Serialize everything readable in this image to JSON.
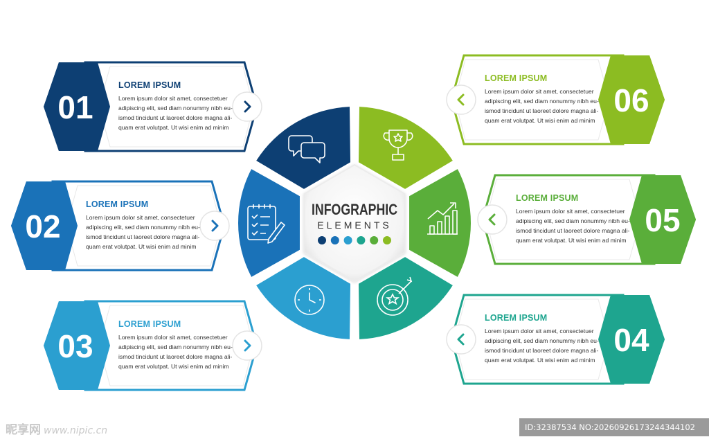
{
  "center": {
    "title": "INFOGRAPHIC",
    "subtitle": "ELEMENTS",
    "dots": [
      "#0d3f73",
      "#1a72b8",
      "#2b9fd0",
      "#1ea58f",
      "#5aae3a",
      "#8cbc22"
    ]
  },
  "items": [
    {
      "num": "01",
      "title": "LOREM IPSUM",
      "color": "#0d3f73",
      "icon": "chat-icon",
      "lines": [
        "Lorem ipsum dolor sit amet, consectetuer",
        "adipiscing elit, sed diam nonummy nibh eu-",
        "ismod tincidunt ut laoreet dolore magna ali-",
        "quam erat volutpat. Ut wisi enim ad minim"
      ]
    },
    {
      "num": "02",
      "title": "LOREM IPSUM",
      "color": "#1a72b8",
      "icon": "checklist-icon",
      "lines": [
        "Lorem ipsum dolor sit amet, consectetuer",
        "adipiscing elit, sed diam nonummy nibh eu-",
        "ismod tincidunt ut laoreet dolore magna ali-",
        "quam erat volutpat. Ut wisi enim ad minim"
      ]
    },
    {
      "num": "03",
      "title": "LOREM IPSUM",
      "color": "#2b9fd0",
      "icon": "clock-icon",
      "lines": [
        "Lorem ipsum dolor sit amet, consectetuer",
        "adipiscing elit, sed diam nonummy nibh eu-",
        "ismod tincidunt ut laoreet dolore magna ali-",
        "quam erat volutpat. Ut wisi enim ad minim"
      ]
    },
    {
      "num": "04",
      "title": "LOREM IPSUM",
      "color": "#1ea58f",
      "icon": "target-icon",
      "lines": [
        "Lorem ipsum dolor sit amet, consectetuer",
        "adipiscing elit, sed diam nonummy nibh eu-",
        "ismod tincidunt ut laoreet dolore magna ali-",
        "quam erat volutpat. Ut wisi enim ad minim"
      ]
    },
    {
      "num": "05",
      "title": "LOREM IPSUM",
      "color": "#5aae3a",
      "icon": "growth-chart-icon",
      "lines": [
        "Lorem ipsum dolor sit amet, consectetuer",
        "adipiscing elit, sed diam nonummy nibh eu-",
        "ismod tincidunt ut laoreet dolore magna ali-",
        "quam erat volutpat. Ut wisi enim ad minim"
      ]
    },
    {
      "num": "06",
      "title": "LOREM IPSUM",
      "color": "#8cbc22",
      "icon": "trophy-icon",
      "lines": [
        "Lorem ipsum dolor sit amet, consectetuer",
        "adipiscing elit, sed diam nonummy nibh eu-",
        "ismod tincidunt ut laoreet dolore magna ali-",
        "quam erat volutpat. Ut wisi enim ad minim"
      ]
    }
  ],
  "watermark": {
    "brand": "昵享网",
    "url": "www.nipic.cn"
  },
  "id_bar": "ID:32387534 NO:20260926173244344102"
}
